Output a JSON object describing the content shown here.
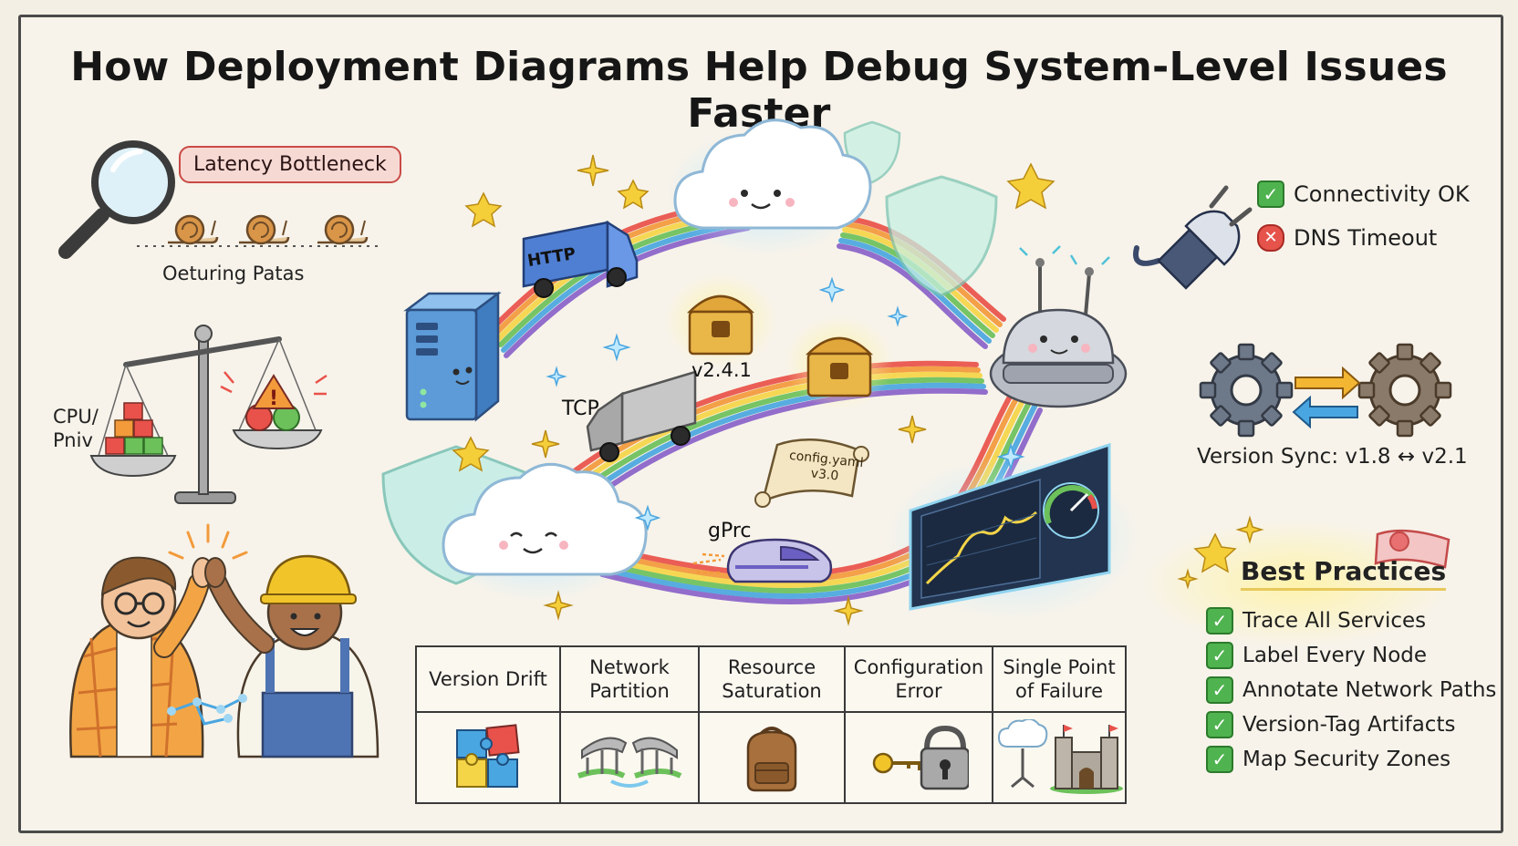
{
  "title": "How Deployment Diagrams Help Debug System-Level Issues Faster",
  "left_panel": {
    "latency_bubble": "Latency Bottleneck",
    "caption": "Oeturing Patas",
    "scale_label": "CPU/\nPniv"
  },
  "diagram_labels": {
    "http": "HTTP",
    "tcp": "TCP",
    "grpc": "gPrc",
    "version_chest": "v2.4.1",
    "config_scroll": "config.yaml\nv3.0"
  },
  "status": {
    "ok": "Connectivity OK",
    "fail": "DNS Timeout"
  },
  "version_sync": "Version Sync: v1.8 ↔ v2.1",
  "best_practices": {
    "title": "Best Practices",
    "items": [
      "Trace All Services",
      "Label Every Node",
      "Annotate Network Paths",
      "Version-Tag Artifacts",
      "Map Security Zones"
    ]
  },
  "issues_table": {
    "headers": [
      "Version Drift",
      "Network\nPartition",
      "Resource\nSaturation",
      "Configuration\nError",
      "Single Point\nof Failure"
    ]
  },
  "colors": {
    "rainbow": [
      "#e9524a",
      "#f39a3b",
      "#f5d548",
      "#6cc15a",
      "#4aa6e0",
      "#8a62c9"
    ],
    "server": "#5c9ad8",
    "check": "#4fb34f",
    "error": "#e5534b"
  }
}
